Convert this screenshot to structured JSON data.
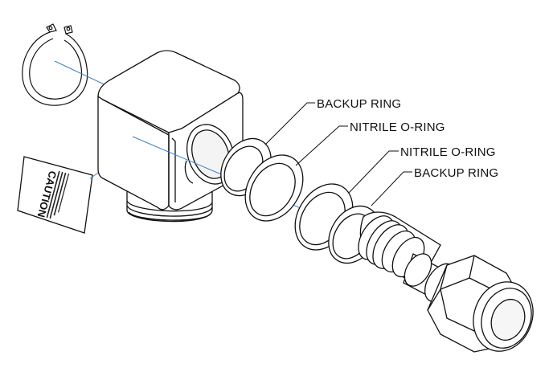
{
  "labels": {
    "backup_ring_top": "BACKUP RING",
    "nitrile_oring_top": "NITRILE O-RING",
    "nitrile_oring_bottom": "NITRILE O-RING",
    "backup_ring_bottom": "BACKUP RING"
  },
  "caution_tag": {
    "title": "CAUTION"
  },
  "colors": {
    "line": "#111111",
    "axis": "#3b7fc4",
    "fill": "#ffffff",
    "shade": "#eeeeee"
  }
}
